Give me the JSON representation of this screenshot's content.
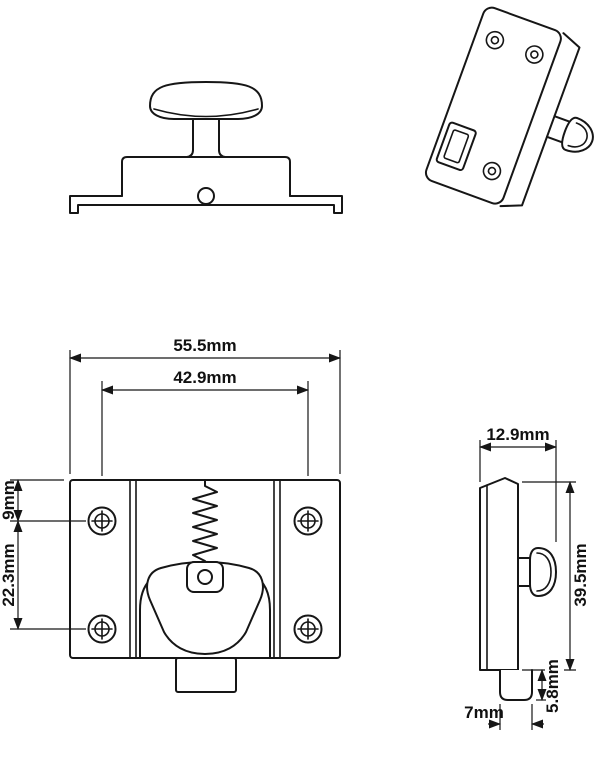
{
  "page": {
    "background": "#ffffff",
    "line_color": "#161616"
  },
  "drawing": {
    "front_view": {
      "overall_width": "55.5mm",
      "hole_spacing": "42.9mm",
      "edge_to_hole": "9mm",
      "hole_spacing_vertical": "22.3mm"
    },
    "side_view": {
      "depth": "12.9mm",
      "height": "39.5mm",
      "tab_height": "5.8mm",
      "tab_width": "7mm"
    }
  }
}
